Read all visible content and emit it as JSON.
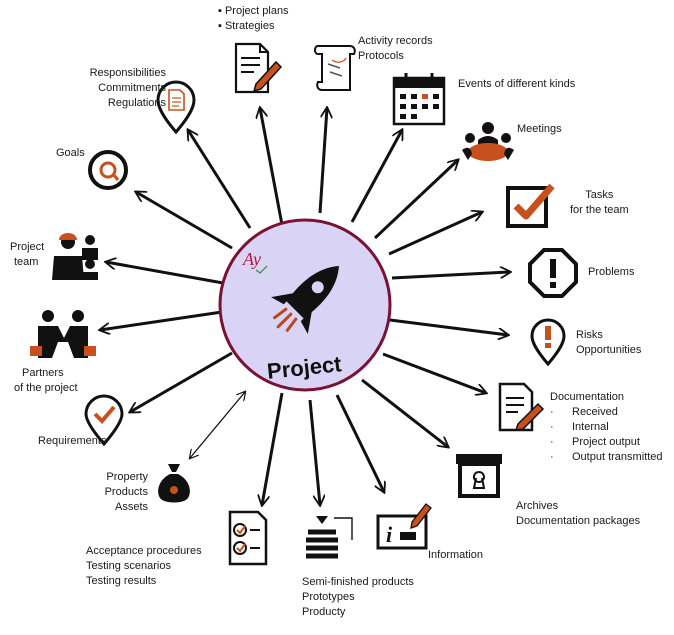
{
  "center": {
    "ay": "Ay",
    "title": "Project",
    "circle_fill": "#d9d4f5",
    "circle_stroke": "#7a1233"
  },
  "accent": "#b9461f",
  "labels": {
    "project_plans": [
      "Project plans",
      "Strategies"
    ],
    "activity_records": [
      "Activity records",
      "Protocols"
    ],
    "events": "Events of different kinds",
    "meetings": "Meetings",
    "tasks": [
      "Tasks",
      "for the team"
    ],
    "problems": "Problems",
    "risks": [
      "Risks",
      "Opportunities"
    ],
    "documentation": {
      "title": "Documentation",
      "items": [
        "Received",
        "Internal",
        "Project output",
        "Output transmitted"
      ]
    },
    "archives": [
      "Archives",
      "Documentation packages"
    ],
    "information": "Information",
    "semi_finished": [
      "Semi-finished products",
      "Prototypes",
      "Producty"
    ],
    "acceptance": [
      "Acceptance procedures",
      "Testing scenarios",
      "Testing results"
    ],
    "property": [
      "Property",
      "Products",
      "Assets"
    ],
    "requirements": "Requirements",
    "partners": [
      "Partners",
      "of the project"
    ],
    "project_team": [
      "Project",
      "team"
    ],
    "goals": "Goals",
    "responsibilities": [
      "Responsibilities",
      "Commitments",
      "Regulations"
    ]
  },
  "icons": [
    "edit-document-icon",
    "scroll-icon",
    "calendar-icon",
    "meeting-icon",
    "checkbox-icon",
    "warning-octagon-icon",
    "pin-exclamation-icon",
    "documentation-icon",
    "archive-box-icon",
    "information-icon",
    "product-stack-icon",
    "checklist-icon",
    "money-bag-icon",
    "pin-check-icon",
    "partners-icon",
    "team-icon",
    "target-icon",
    "pin-document-icon",
    "rocket-icon"
  ]
}
